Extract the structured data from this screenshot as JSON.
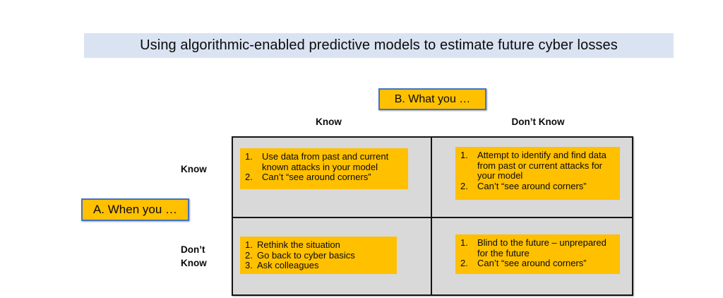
{
  "title": "Using algorithmic-enabled predictive models to estimate future cyber losses",
  "top_axis": {
    "label": "B. What you …",
    "columns": [
      "Know",
      "Don’t Know"
    ]
  },
  "left_axis": {
    "label": "A. When you …",
    "rows": [
      "Know",
      "Don’t Know"
    ]
  },
  "matrix": {
    "cells": [
      {
        "name": "know-know",
        "items": [
          "Use data from past and current known attacks in your model",
          "Can’t “see around corners”"
        ]
      },
      {
        "name": "know-dont-know",
        "items": [
          "Attempt to identify and find data from past or current attacks for your model",
          "Can’t “see around corners”"
        ]
      },
      {
        "name": "dont-know-know",
        "items": [
          "Rethink the situation",
          "Go back to cyber basics",
          "Ask colleagues"
        ]
      },
      {
        "name": "dont-know-dont-know",
        "items": [
          "Blind to the future – unprepared for the future",
          "Can’t “see around corners”"
        ]
      }
    ]
  },
  "colors": {
    "highlight": "#FFC000",
    "accent_border": "#4472C4",
    "title_bg": "#DAE3F2",
    "cell_bg": "#D9D9D9"
  }
}
